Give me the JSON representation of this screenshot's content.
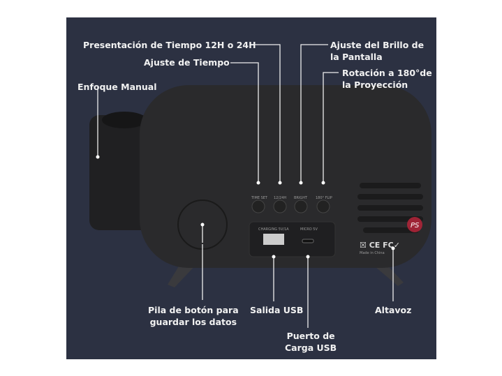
{
  "callouts": {
    "time_format": "Presentación de Tiempo 12H o 24H",
    "time_set": "Ajuste de Tiempo",
    "manual_focus": "Enfoque Manual",
    "brightness_1": "Ajuste del Brillo de",
    "brightness_2": "la Pantalla",
    "rotation_1": "Rotación a 180°de",
    "rotation_2": "la Proyección",
    "battery_1": "Pila de botón para",
    "battery_2": "guardar los datos",
    "usb_out": "Salida USB",
    "charging_1": "Puerto de",
    "charging_2": "Carga USB",
    "speaker": "Altavoz"
  },
  "device_labels": {
    "time_set": "TIME SET",
    "format": "12/24H",
    "bright": "BRIGHT",
    "flip": "180° FLIP",
    "usb": "CHARGING 5V/1A",
    "micro": "MICRO 5V",
    "made_in": "Made in China",
    "watermark": "PS"
  },
  "colors": {
    "panel": "#2c3142",
    "device": "#2a2a2c",
    "text": "#f2f2f2"
  }
}
